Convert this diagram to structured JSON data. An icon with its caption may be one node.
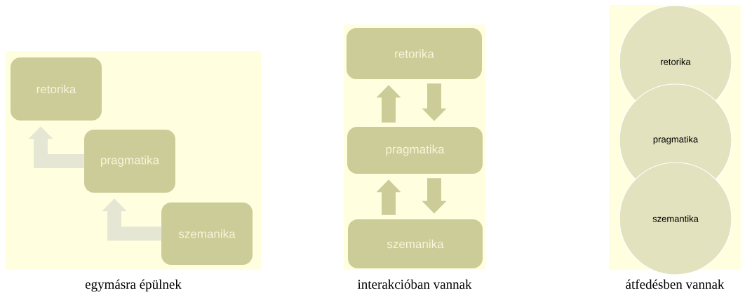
{
  "diagram": {
    "nodes": [
      {
        "text": [],
        "shape": "box",
        "beside": [
          "egymásra épülnek"
        ]
      },
      {
        "text": [
          "retorika"
        ],
        "in": 0
      },
      {
        "text": [
          "pragmatika"
        ],
        "in": 0
      },
      {
        "text": [
          "szemanika"
        ],
        "in": 0
      },
      {
        "text": [],
        "shape": "box",
        "beside": [
          "interakcióban vannak"
        ]
      },
      {
        "text": [
          "retorika"
        ],
        "in": 4
      },
      {
        "text": [
          "pragmatika"
        ],
        "in": 4
      },
      {
        "text": [
          "szemanika"
        ],
        "in": 4
      },
      {
        "text": [],
        "shape": "box",
        "beside": [
          "átfedésben vannak"
        ]
      },
      {
        "text": [
          "retorika"
        ],
        "in": 8
      },
      {
        "text": [
          "pragmatika"
        ],
        "in": 8
      },
      {
        "text": [
          "szemantika"
        ],
        "in": 8
      }
    ],
    "edges": [
      {
        "from": 3,
        "to": 2,
        "arrow": "to",
        "color": "#e6e6d5"
      },
      {
        "from": 2,
        "to": 1,
        "arrow": "to",
        "color": "#e6e6d5"
      },
      {
        "from": 6,
        "to": 5,
        "arrow": "to"
      },
      {
        "from": 5,
        "to": 6,
        "arrow": "to"
      },
      {
        "from": 7,
        "to": 6,
        "arrow": "to"
      },
      {
        "from": 6,
        "to": 7,
        "arrow": "to"
      }
    ]
  }
}
